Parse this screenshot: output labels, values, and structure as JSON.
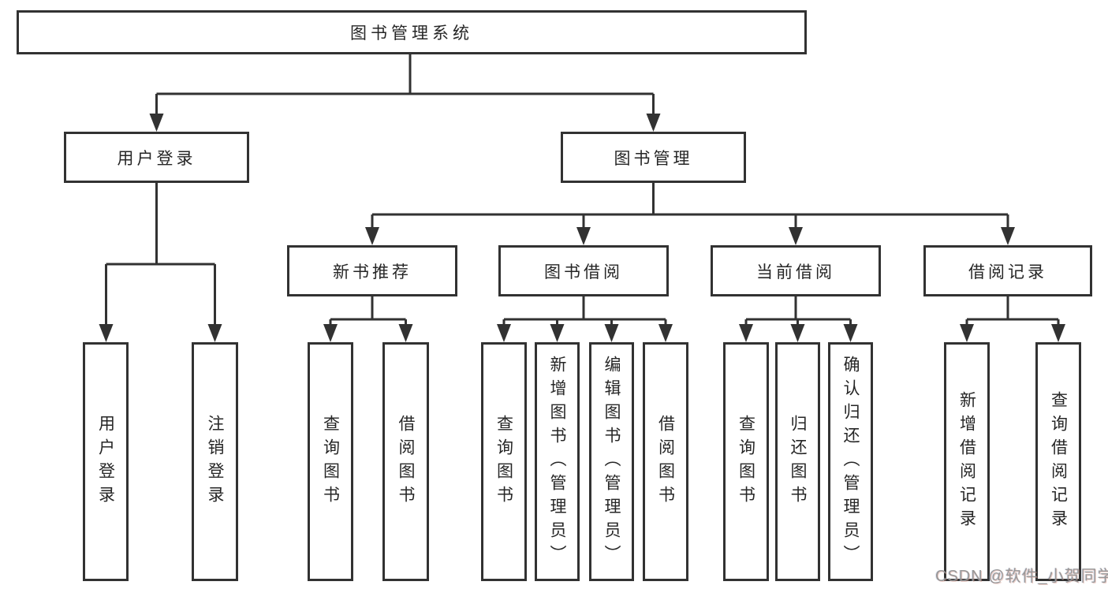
{
  "diagram": {
    "type": "hierarchy-tree",
    "root": {
      "label": "图书管理系统",
      "children": [
        {
          "label": "用户登录",
          "children": [
            {
              "label": "用户登录"
            },
            {
              "label": "注销登录"
            }
          ]
        },
        {
          "label": "图书管理",
          "children": [
            {
              "label": "新书推荐",
              "children": [
                {
                  "label": "查询图书"
                },
                {
                  "label": "借阅图书"
                }
              ]
            },
            {
              "label": "图书借阅",
              "children": [
                {
                  "label": "查询图书"
                },
                {
                  "label": "新增图书（管理员）"
                },
                {
                  "label": "编辑图书（管理员）"
                },
                {
                  "label": "借阅图书"
                }
              ]
            },
            {
              "label": "当前借阅",
              "children": [
                {
                  "label": "查询图书"
                },
                {
                  "label": "归还图书"
                },
                {
                  "label": "确认归还（管理员）"
                }
              ]
            },
            {
              "label": "借阅记录",
              "children": [
                {
                  "label": "新增借阅记录"
                },
                {
                  "label": "查询借阅记录"
                }
              ]
            }
          ]
        }
      ]
    }
  },
  "watermark": {
    "text": "CSDN @软件_小贺同学"
  },
  "colors": {
    "line": "#323232",
    "box_border": "#323232",
    "text": "#262626",
    "background": "#ffffff",
    "watermark": "#949494"
  }
}
